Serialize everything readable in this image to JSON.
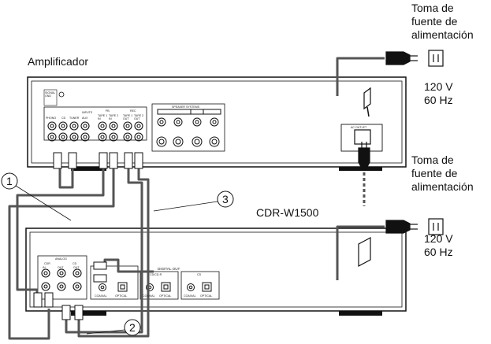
{
  "labels": {
    "amplifier": "Amplificador",
    "outlet_top": "Toma de\nfuente de\nalimentación",
    "volt_top": "120 V\n60 Hz",
    "outlet_mid": "Toma de\nfuente de\nalimentación",
    "device": "CDR-W1500",
    "volt_bottom": "120 V\n60 Hz"
  },
  "callouts": {
    "c1": "1",
    "c2": "2",
    "c3": "3"
  },
  "amp_panel": {
    "signal_gnd": "SIGNAL\nGND",
    "inputs": "INPUTS",
    "phono": "PHONO",
    "cd": "CD",
    "tuner": "TUNER",
    "aux": "AUX",
    "pb": "PB",
    "rec": "REC",
    "tape1_in": "TAPE 1\nIN",
    "tape2_in": "TAPE 2\nIN",
    "tape1_out": "TAPE 1\nOUT",
    "tape2_out": "TAPE 2\nOUT",
    "speaker_systems": "SPEAKER SYSTEMS",
    "ac_outlet": "AC OUTLET"
  },
  "cdr_panel": {
    "analog": "ANALOG",
    "cdr": "CDR",
    "cd": "CD",
    "in": "IN",
    "out": "OUT",
    "digital_out": "DIGITAL OUT",
    "cdcd_r": "CD/CD-R",
    "cd2": "CD",
    "coaxial": "COAXIAL",
    "optical": "OPTICAL"
  }
}
